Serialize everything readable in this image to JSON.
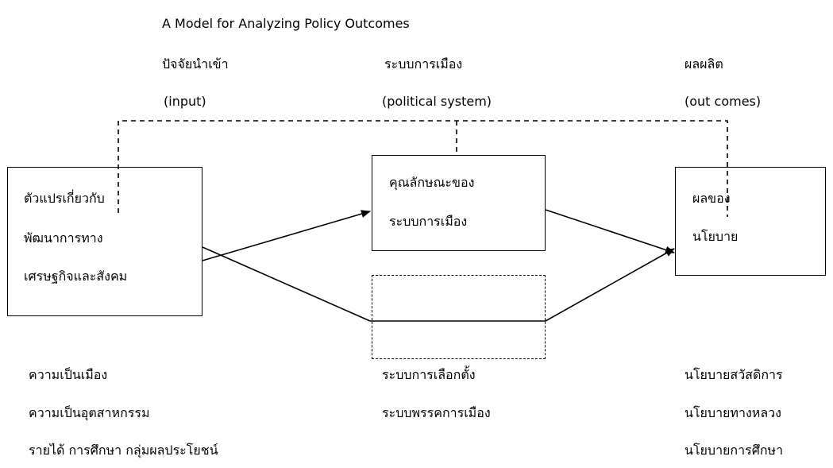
{
  "title": "A Model for Analyzing Policy Outcomes",
  "columns": {
    "left": {
      "thai": "ปัจจัยนำเข้า",
      "eng": "(input)"
    },
    "middle": {
      "thai": "ระบบการเมือง",
      "eng": "(political system)"
    },
    "right": {
      "thai": "ผลผลิต",
      "eng": "(out comes)"
    }
  },
  "boxes": {
    "left": [
      "ตัวแปรเกี่ยวกับ",
      "พัฒนาการทาง",
      "เศรษฐกิจและสังคม"
    ],
    "middle": [
      "คุณลักษณะของ",
      "ระบบการเมือง"
    ],
    "right": [
      "ผลของ",
      "นโยบาย"
    ]
  },
  "lists": {
    "left": [
      "ความเป็นเมือง",
      "ความเป็นอุตสาหกรรม",
      "รายได้ การศึกษา กลุ่มผลประโยชน์"
    ],
    "middle": [
      "ระบบการเลือกตั้ง",
      "ระบบพรรคการเมือง"
    ],
    "right": [
      "นโยบายสวัสดิการ",
      "นโยบายทางหลวง",
      "นโยบายการศึกษา"
    ]
  }
}
